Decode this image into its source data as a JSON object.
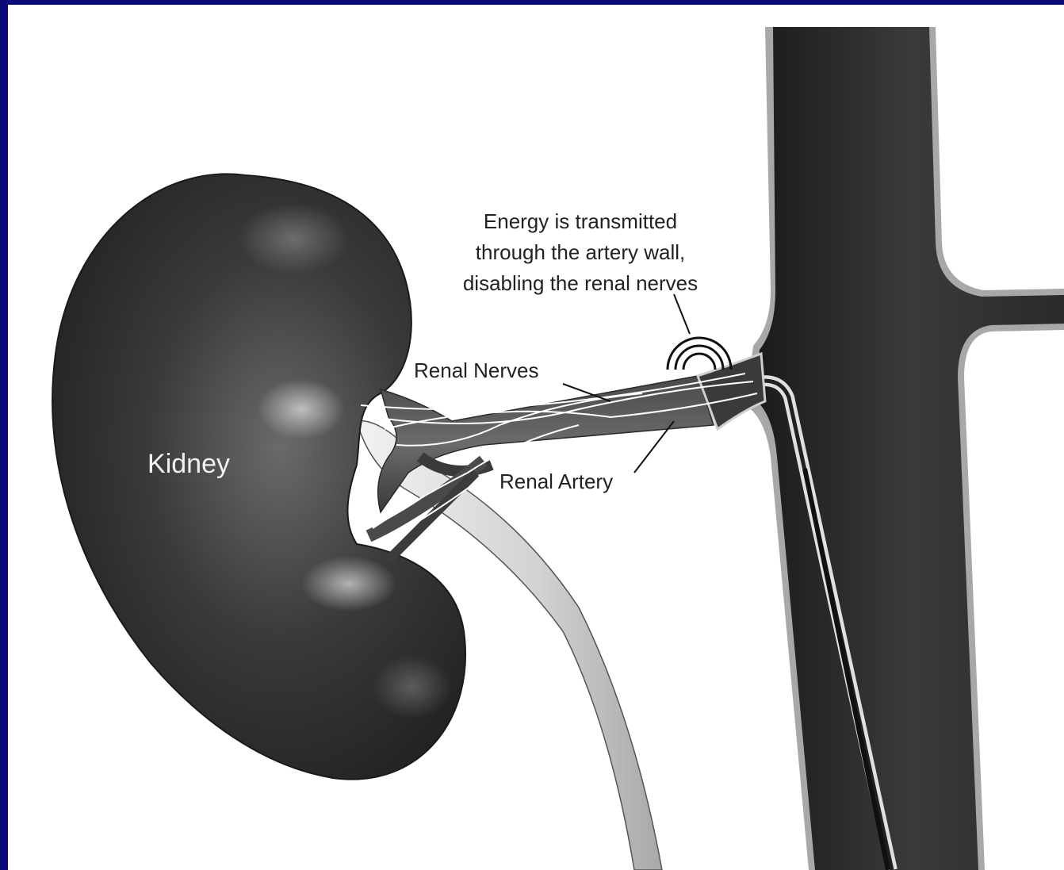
{
  "colors": {
    "background_border": "#0a0a78",
    "panel": "#ffffff",
    "organ_dark": "#2c2c2c",
    "vessel_light": "#d9d9d9"
  },
  "labels": {
    "kidney": "Kidney",
    "renal_nerves": "Renal Nerves",
    "renal_artery": "Renal Artery",
    "energy_line1": "Energy is transmitted",
    "energy_line2": "through the artery wall,",
    "energy_line3": "disabling the renal nerves"
  },
  "icons": {
    "energy": "concentric-arcs-energy-icon"
  }
}
